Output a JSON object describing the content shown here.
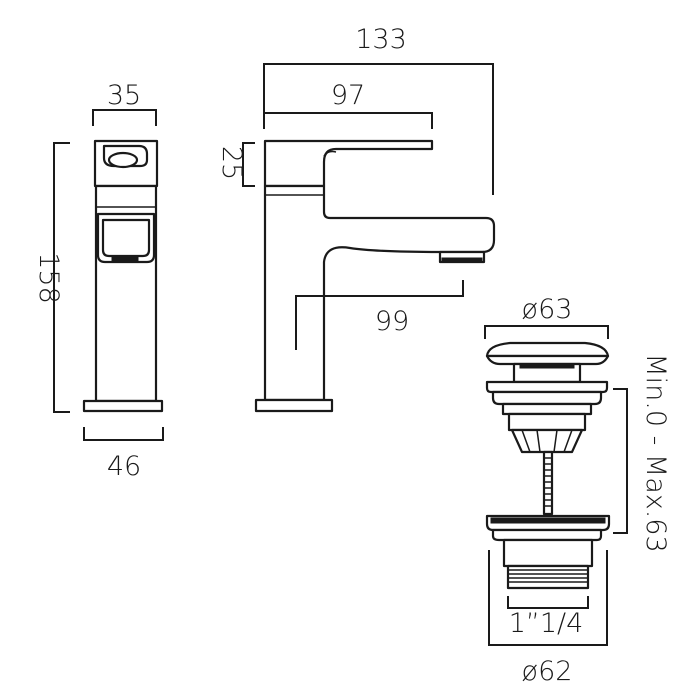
{
  "dimensions": {
    "width_top": "35",
    "height_total": "158",
    "base_width": "46",
    "depth_total": "133",
    "handle_reach": "97",
    "handle_height": "25",
    "spout_reach": "99",
    "waste_cap_diameter": "ø63",
    "waste_lift": "Min.0 - Max.63",
    "thread_size": "1”1/4",
    "waste_body_diameter": "ø62"
  },
  "colors": {
    "ink": "#1a1a1a",
    "background": "#ffffff"
  }
}
